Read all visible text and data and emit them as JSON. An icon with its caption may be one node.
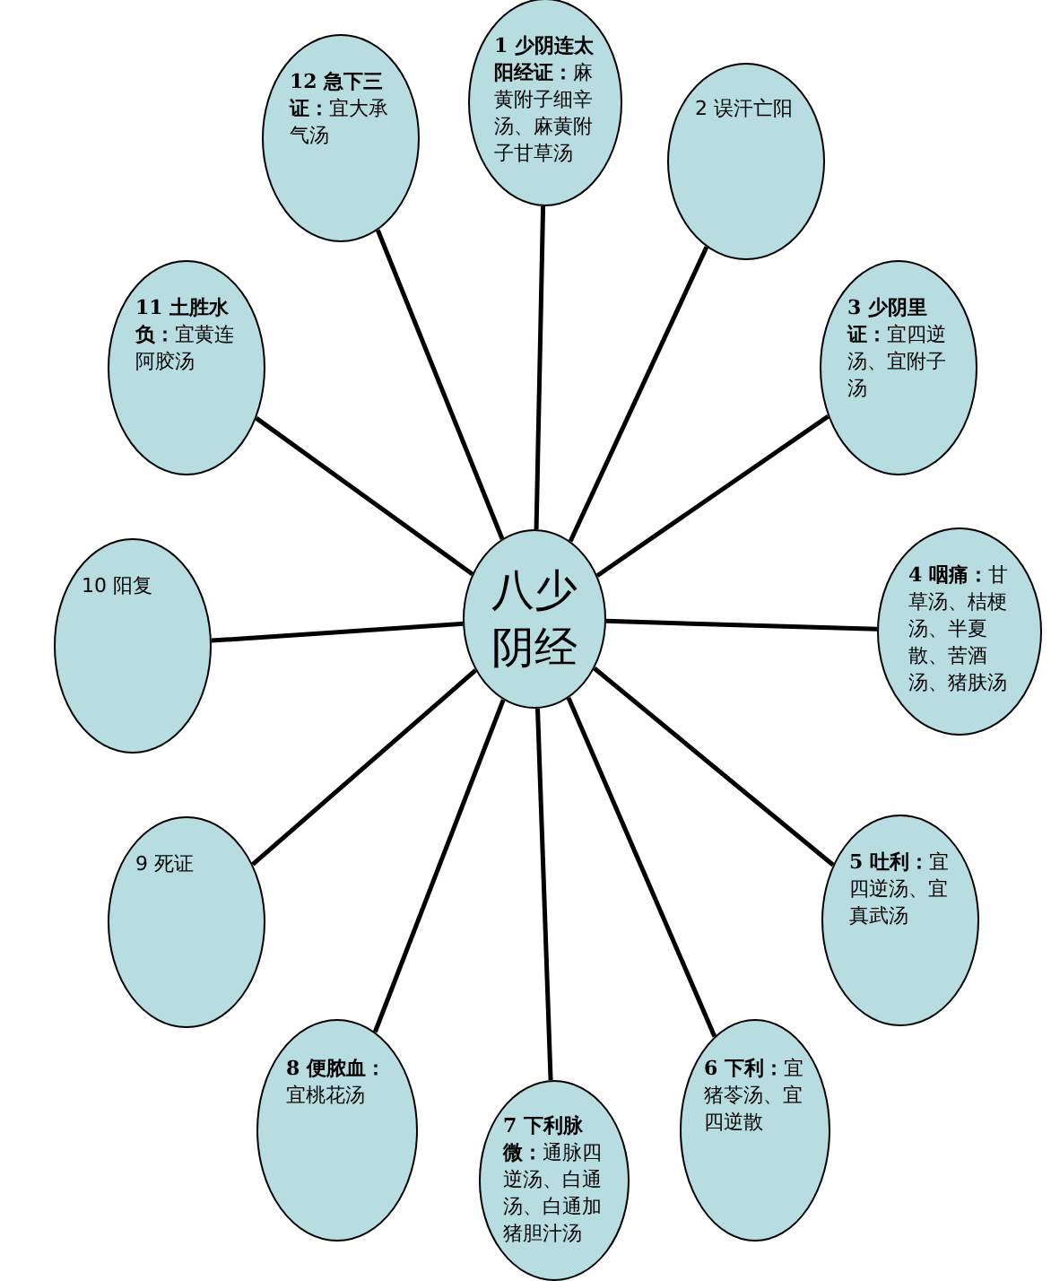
{
  "diagram": {
    "nodes": [
      {
        "text": [
          "八少阴经"
        ]
      },
      {
        "text": [
          "**1 少阴连太阳经证：**麻黄附子细辛汤、麻黄附子甘草汤"
        ]
      },
      {
        "text": [
          "2 误汗亡阳"
        ]
      },
      {
        "text": [
          "**3 少阴里证：**宜四逆汤、宜附子汤"
        ]
      },
      {
        "text": [
          "**4 咽痛：**甘草汤、桔梗汤、半夏散、苦酒汤、猪肤汤"
        ]
      },
      {
        "text": [
          "**5 吐利：**宜四逆汤、宜真武汤"
        ]
      },
      {
        "text": [
          "**6 下利：**宜猪苓汤、宜四逆散"
        ]
      },
      {
        "text": [
          "**7 下利脉微：**通脉四逆汤、白通汤、白通加猪胆汁汤"
        ]
      },
      {
        "text": [
          "**8 便脓血：**宜桃花汤"
        ]
      },
      {
        "text": [
          "9 死证"
        ]
      },
      {
        "text": [
          "10 阳复"
        ]
      },
      {
        "text": [
          "**11 土胜水负：**宜黄连阿胶汤"
        ]
      },
      {
        "text": [
          "**12 急下三证：**宜大承气汤"
        ]
      }
    ],
    "edges": [
      {
        "from": 0,
        "to": 1,
        "arrow": "none"
      },
      {
        "from": 0,
        "to": 2,
        "arrow": "none"
      },
      {
        "from": 0,
        "to": 3,
        "arrow": "none"
      },
      {
        "from": 0,
        "to": 4,
        "arrow": "none"
      },
      {
        "from": 0,
        "to": 5,
        "arrow": "none"
      },
      {
        "from": 0,
        "to": 6,
        "arrow": "none"
      },
      {
        "from": 0,
        "to": 7,
        "arrow": "none"
      },
      {
        "from": 0,
        "to": 8,
        "arrow": "none"
      },
      {
        "from": 0,
        "to": 9,
        "arrow": "none"
      },
      {
        "from": 0,
        "to": 10,
        "arrow": "none"
      },
      {
        "from": 0,
        "to": 11,
        "arrow": "none"
      },
      {
        "from": 0,
        "to": 12,
        "arrow": "none"
      }
    ]
  }
}
